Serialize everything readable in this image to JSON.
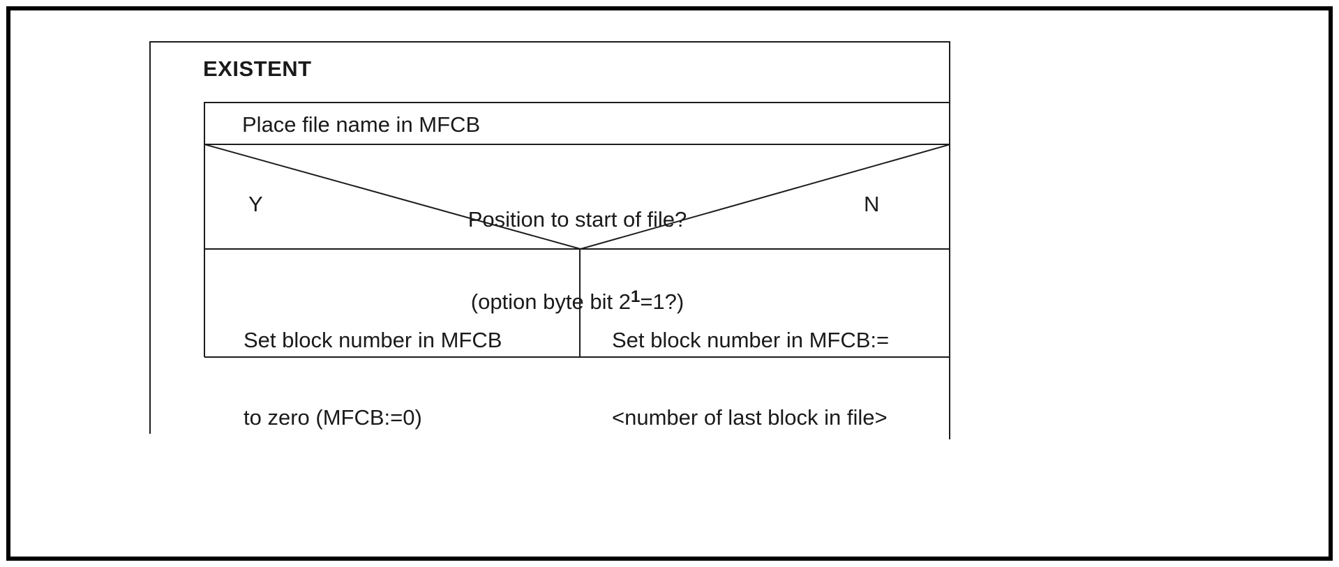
{
  "diagram": {
    "title": "EXISTENT",
    "rows": {
      "place_file": "Place file name in MFCB"
    },
    "decision": {
      "question_line1": "Position to start of file?",
      "question_line2_pre": "(option byte bit 2",
      "question_sup": "1",
      "question_line2_post": "=1?)",
      "yes_label": "Y",
      "no_label": "N"
    },
    "branches": {
      "yes_line1": "Set block number in MFCB",
      "yes_line2": "to zero (MFCB:=0)",
      "no_line1": "Set block number in MFCB:=",
      "no_line2": "<number of last block in file>"
    },
    "colors": {
      "line": "#1c1c1c",
      "frame": "#000000",
      "background": "#ffffff"
    }
  }
}
